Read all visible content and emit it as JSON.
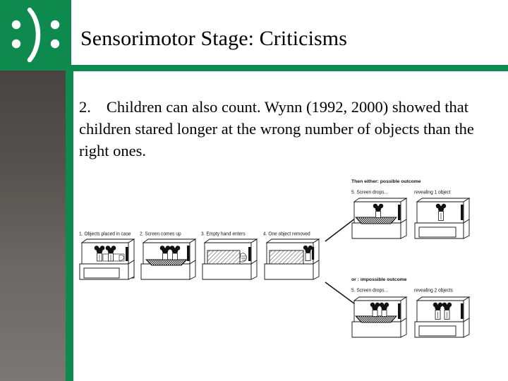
{
  "slide": {
    "title": "Sensorimotor Stage: Criticisms",
    "logo_glyph": ":):",
    "accent_color": "#0e8a4e",
    "sidebar_color_top": "#474340",
    "sidebar_color_bottom": "#7a7775",
    "background_color": "#ffffff",
    "text_color": "#000000"
  },
  "body": {
    "number": "2.",
    "text": "Children can also count. Wynn (1992, 2000) showed that children stared longer at the wrong number of objects than the right ones."
  },
  "figure": {
    "sequence_labels": [
      "1. Objects placed in case",
      "2. Screen comes up",
      "3. Empty hand enters",
      "4. One object removed"
    ],
    "possible": {
      "heading": "Then either: possible outcome",
      "step_label": "5. Screen drops...",
      "result_label": "revealing 1 object",
      "object_count": 1
    },
    "impossible": {
      "heading": "or : impossible outcome",
      "step_label": "5. Screen drops...",
      "result_label": "revealing 2 objects",
      "object_count": 2
    }
  }
}
